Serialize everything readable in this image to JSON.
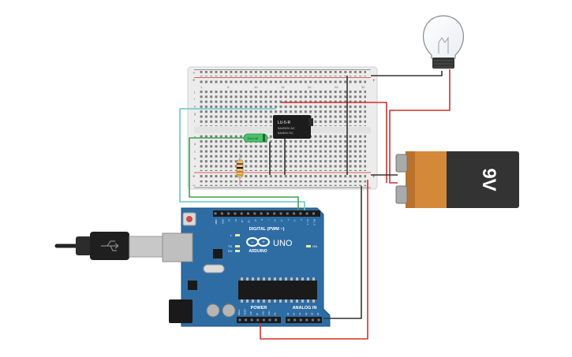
{
  "breadboard": {
    "row_letters_top": [
      "j",
      "i",
      "h",
      "g",
      "f"
    ],
    "row_letters_bottom": [
      "e",
      "d",
      "c",
      "b",
      "a"
    ],
    "col_numbers": [
      "1",
      "5",
      "10",
      "15",
      "20",
      "25",
      "30"
    ],
    "rail_plus": "+",
    "rail_minus": "−"
  },
  "relay": {
    "title": "LU-5-R",
    "line1": "5A/250V AC",
    "line2": "5A/30V DC"
  },
  "diode_label": "1N4148",
  "battery": {
    "label": "9V",
    "colors": {
      "body": "#333333",
      "top": "#d4893a",
      "band": "#b9722b"
    }
  },
  "arduino": {
    "brand": "ARDUINO",
    "model": "UNO",
    "digital_label": "DIGITAL (PWM ~)",
    "power_label": "POWER",
    "analog_label": "ANALOG IN",
    "on_label": "ON",
    "l_label": "L",
    "tx_label": "TX",
    "rx_label": "RX",
    "digital_pins": [
      "AREF",
      "GND",
      "13",
      "12",
      "~11",
      "~10",
      "~9",
      "8",
      "7",
      "~6",
      "~5",
      "4",
      "~3",
      "2",
      "TX→1",
      "RX←0"
    ],
    "power_pins": [
      "IOREF",
      "RESET",
      "3.3V",
      "5V",
      "GND",
      "GND",
      "Vin"
    ],
    "analog_pins": [
      "A0",
      "A1",
      "A2",
      "A3",
      "A4",
      "A5"
    ],
    "colors": {
      "board": "#2e6da4",
      "board_edge": "#1e5383"
    }
  },
  "wire_colors": {
    "red": "#d0312d",
    "black": "#333333",
    "green": "#3fa34d",
    "cyan": "#6cc4c7"
  }
}
